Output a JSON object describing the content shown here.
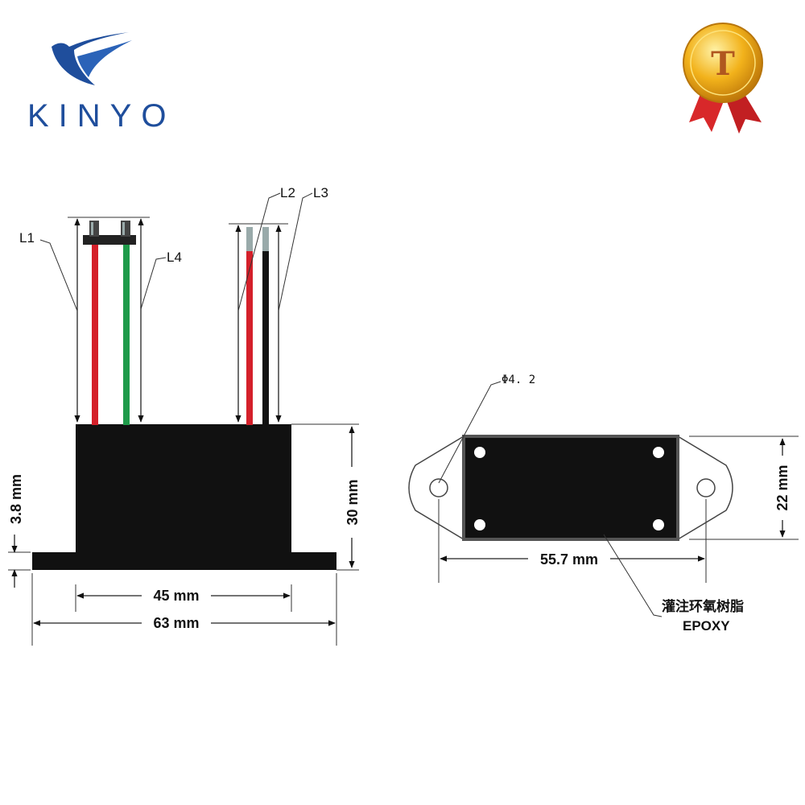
{
  "brand": {
    "name": "KINYO",
    "badge_letter": "T"
  },
  "colors": {
    "brand": "#1f4e9c",
    "badge_gold": "#f2b21b",
    "ribbon_red": "#d8282a",
    "wire_red": "#d4202a",
    "wire_green": "#1f9a4a",
    "body": "#111111"
  },
  "wires": {
    "l1": "L1",
    "l2": "L2",
    "l3": "L3",
    "l4": "L4"
  },
  "dimensions": {
    "height": "30 mm",
    "flange": "3.8 mm",
    "body_width": "45 mm",
    "overall_width": "63 mm",
    "hole_spacing": "55.7 mm",
    "depth": "22 mm",
    "hole_dia": "Φ4. 2"
  },
  "notes": {
    "potting_cn": "灌注环氧树脂",
    "potting_en": "EPOXY"
  }
}
